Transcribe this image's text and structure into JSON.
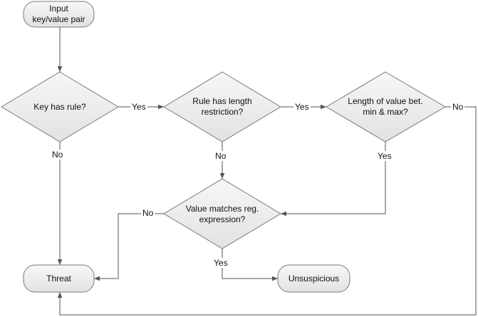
{
  "diagram": {
    "nodes": {
      "input": "Input\nkey/value pair",
      "key_has_rule": "Key has rule?",
      "rule_has_length": "Rule has length\nrestriction?",
      "length_between": "Length of value bet.\nmin & max?",
      "value_matches": "Value matches reg.\nexpression?",
      "threat": "Threat",
      "unsuspicious": "Unsuspicious"
    },
    "edges": {
      "key_rule_yes": "Yes",
      "key_rule_no": "No",
      "length_restriction_yes": "Yes",
      "length_restriction_no": "No",
      "length_between_yes": "Yes",
      "length_between_no": "No",
      "regex_yes": "Yes",
      "regex_no": "No"
    }
  }
}
